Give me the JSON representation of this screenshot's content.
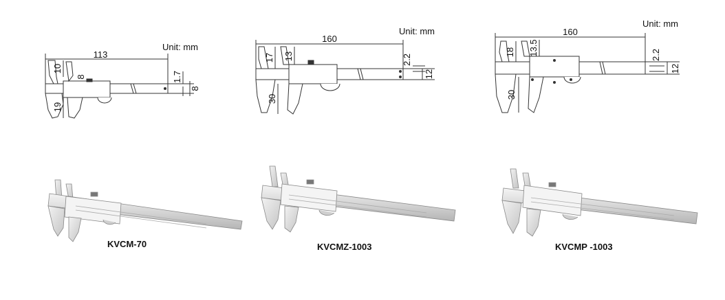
{
  "products": [
    {
      "model": "KVCM-70",
      "unit_label": "Unit: mm",
      "dims": {
        "length": "113",
        "upper_jaw": "10",
        "slider": "8",
        "lower_jaw": "19",
        "thickness": "1.7",
        "height": "8"
      }
    },
    {
      "model": "KVCMZ-1003",
      "unit_label": "Unit: mm",
      "dims": {
        "length": "160",
        "upper_jaw_a": "17",
        "upper_jaw_b": "13",
        "lower_jaw": "30",
        "thickness": "2.2",
        "height": "12"
      }
    },
    {
      "model": "KVCMP -1003",
      "unit_label": "Unit: mm",
      "dims": {
        "length": "160",
        "upper_jaw_a": "18",
        "upper_jaw_b": "13.5",
        "lower_jaw": "30",
        "thickness": "2.2",
        "height": "12"
      }
    }
  ],
  "colors": {
    "line": "#333333",
    "metal_light": "#e6e6e6",
    "metal_mid": "#c9c9c9",
    "metal_dark": "#9a9a9a"
  }
}
